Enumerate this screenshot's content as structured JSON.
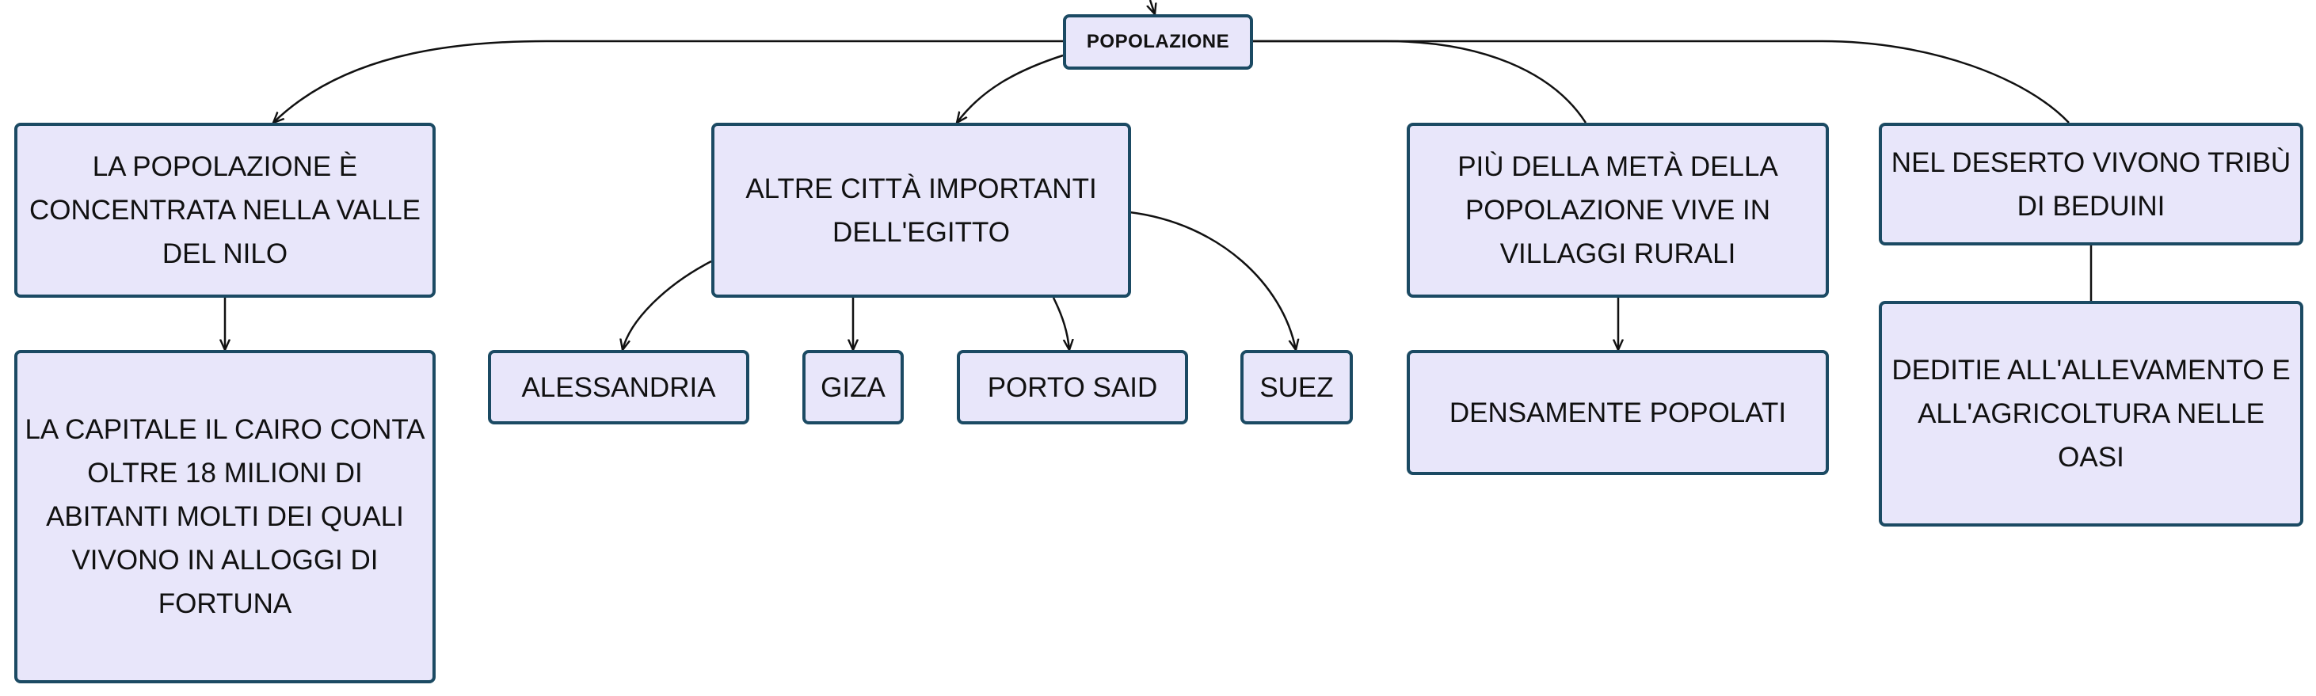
{
  "diagram": {
    "root": {
      "label": "POPOLAZIONE"
    },
    "nodes": {
      "valle": "LA POPOLAZIONE È\nCONCENTRATA NELLA VALLE\nDEL NILO",
      "cairo": "LA CAPITALE IL CAIRO CONTA\nOLTRE 18 MILIONI DI\nABITANTI MOLTI DEI QUALI\nVIVONO IN ALLOGGI DI\nFORTUNA",
      "citta": "ALTRE CITTÀ IMPORTANTI\nDELL'EGITTO",
      "alessandria": "ALESSANDRIA",
      "giza": "GIZA",
      "porto_said": "PORTO SAID",
      "suez": "SUEZ",
      "villaggi": "PIÙ DELLA METÀ DELLA\nPOPOLAZIONE VIVE IN\nVILLAGGI RURALI",
      "densamente": "DENSAMENTE POPOLATI",
      "deserto": "NEL DESERTO VIVONO TRIBÙ\nDI BEDUINI",
      "deditie": "DEDITIE ALL'ALLEVAMENTO E\nALL'AGRICOLTURA NELLE\nOASI"
    }
  },
  "colors": {
    "node_fill": "#e8e6fa",
    "node_border": "#1b4a63",
    "edge": "#111111"
  }
}
